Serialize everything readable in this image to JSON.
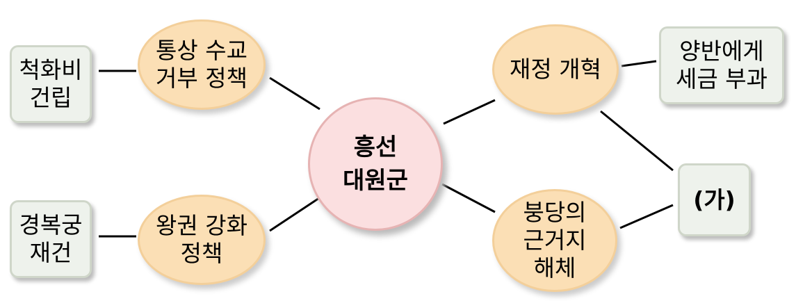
{
  "center": {
    "line1": "흥선",
    "line2": "대원군"
  },
  "left_top": {
    "policy": [
      "통상 수교",
      "거부 정책"
    ],
    "result": [
      "척화비",
      "건립"
    ]
  },
  "left_bottom": {
    "policy": [
      "왕권 강화",
      "정책"
    ],
    "result": [
      "경복궁",
      "재건"
    ]
  },
  "right_top": {
    "policy": [
      "재정 개혁"
    ],
    "result": [
      "양반에게",
      "세금 부과"
    ]
  },
  "right_bottom": {
    "policy": [
      "붕당의",
      "근거지",
      "해체"
    ]
  },
  "unknown": {
    "label": "(가)"
  }
}
